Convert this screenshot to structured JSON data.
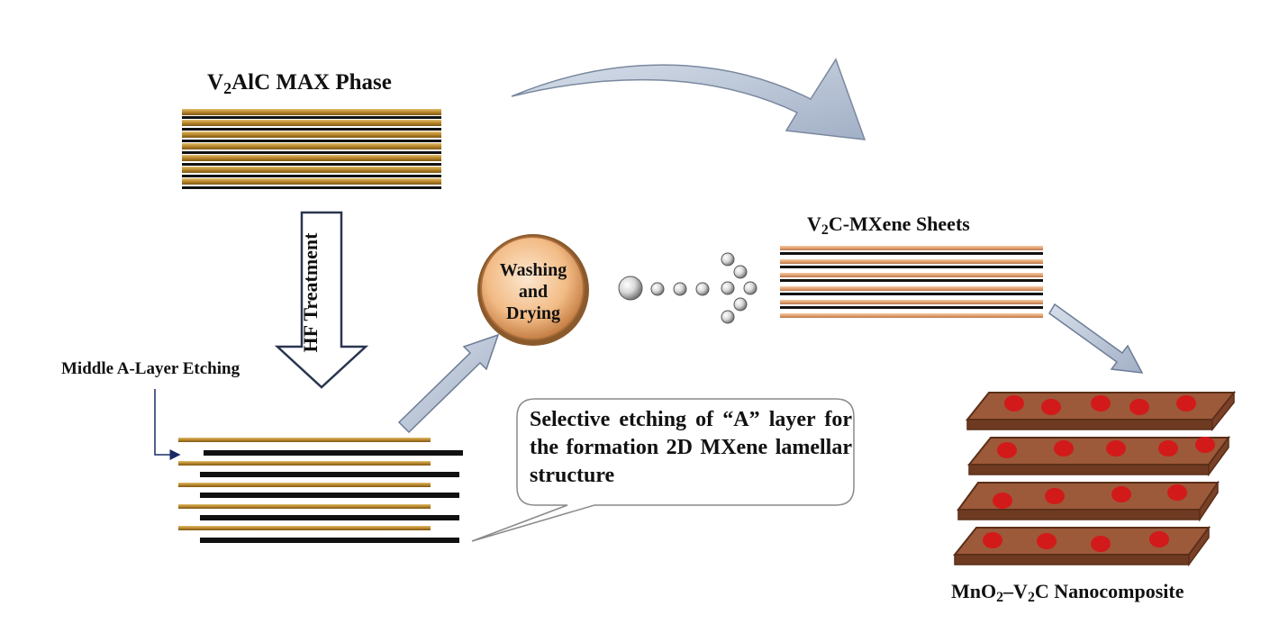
{
  "titles": {
    "max_phase": {
      "base": "V",
      "sub": "2",
      "rest": "AlC MAX Phase"
    },
    "mxene": {
      "base": "V",
      "sub": "2",
      "rest": "C-MXene Sheets"
    },
    "nanocomposite": {
      "part1": "MnO",
      "sub1": "2",
      "part2": "–V",
      "sub2": "2",
      "part3": "C Nanocomposite"
    }
  },
  "labels": {
    "hf_treatment": "HF Treatment",
    "middle_layer": "Middle A-Layer Etching",
    "washing_line1": "Washing",
    "washing_line2": "and",
    "washing_line3": "Drying",
    "callout": "Selective etching of “A” layer for the formation 2D MXene lamellar structure"
  },
  "colors": {
    "gold": "#b8862c",
    "black_layer": "#111111",
    "copper": "#e3a272",
    "brown_plate": "#9c5a3a",
    "red_dot": "#d21a1a",
    "arrow_fill": "#b6c2d6"
  }
}
